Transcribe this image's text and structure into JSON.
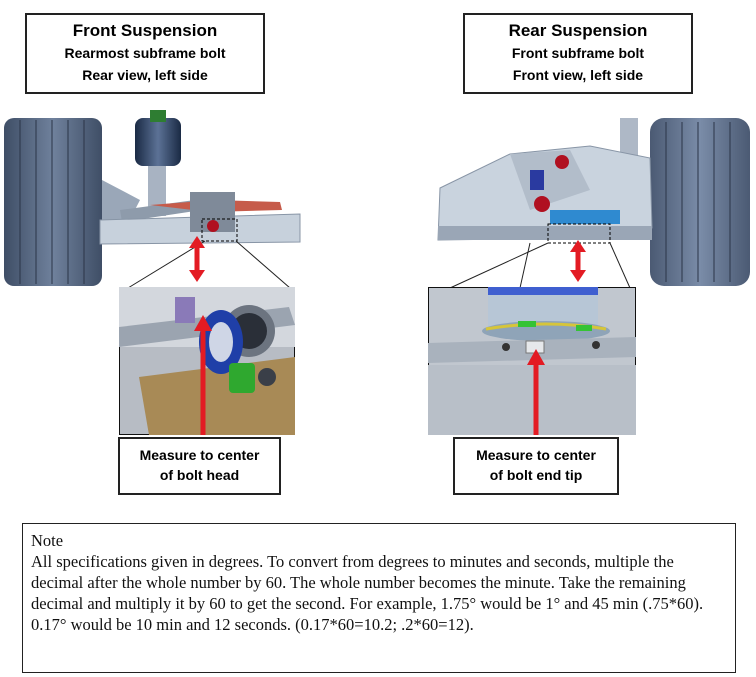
{
  "front": {
    "title": "Front Suspension",
    "line1": "Rearmost subframe bolt",
    "line2": "Rear view, left side",
    "callout_line1": "Measure to center",
    "callout_line2": "of bolt head"
  },
  "rear": {
    "title": "Rear Suspension",
    "line1": "Front subframe bolt",
    "line2": "Front view, left side",
    "callout_line1": "Measure to center",
    "callout_line2": "of bolt end tip"
  },
  "note": {
    "heading": "Note",
    "body": "All specifications given in degrees. To convert from degrees to minutes and seconds, multiple the decimal after the whole number by 60. The whole number becomes the minute. Take the remaining decimal and multiply it by 60 to get the second. For example, 1.75° would be 1° and 45 min (.75*60). 0.17° would be 10 min and 12 seconds. (0.17*60=10.2; .2*60=12)."
  },
  "colors": {
    "arrow": "#e31b23",
    "tire": "#5d6d86",
    "frame": "#c9d3de",
    "box_border": "#222222"
  }
}
